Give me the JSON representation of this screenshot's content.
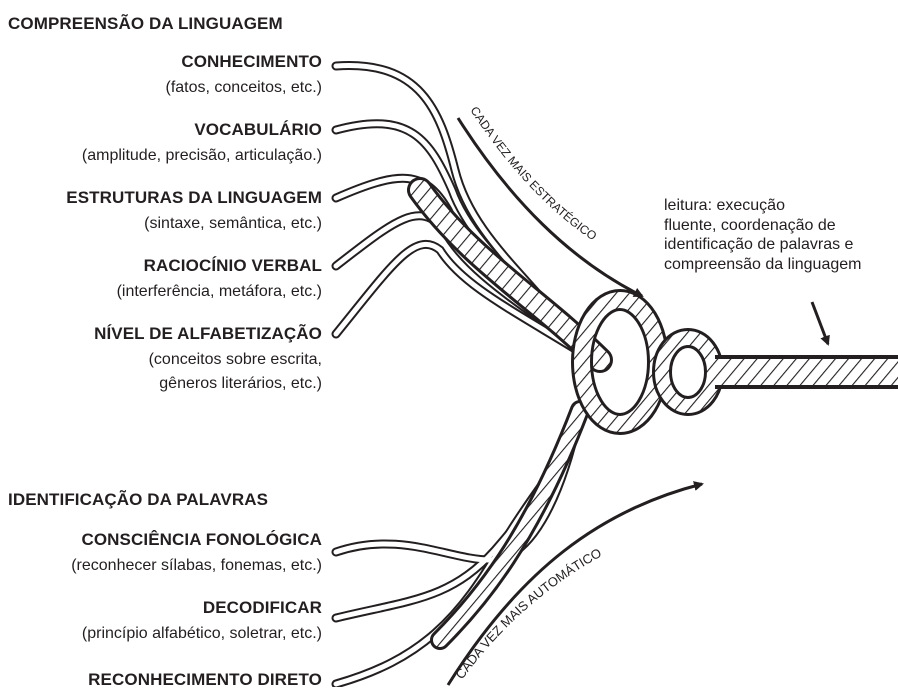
{
  "language": {
    "section_title": "COMPREENSÃO DA LINGUAGEM",
    "items": [
      {
        "title": "CONHECIMENTO",
        "desc": [
          "(fatos, conceitos, etc.)"
        ]
      },
      {
        "title": "VOCABULÁRIO",
        "desc": [
          "(amplitude, precisão, articulação.)"
        ]
      },
      {
        "title": "ESTRUTURAS DA LINGUAGEM",
        "desc": [
          "(sintaxe, semântica, etc.)"
        ]
      },
      {
        "title": "RACIOCÍNIO VERBAL",
        "desc": [
          "(interferência, metáfora, etc.)"
        ]
      },
      {
        "title": "NÍVEL DE ALFABETIZAÇÃO",
        "desc": [
          "(conceitos sobre escrita,",
          "gêneros literários, etc.)"
        ]
      }
    ]
  },
  "word_recognition": {
    "section_title": "IDENTIFICAÇÃO DA PALAVRAS",
    "items": [
      {
        "title": "CONSCIÊNCIA FONOLÓGICA",
        "desc": [
          "(reconhecer sílabas, fonemas, etc.)"
        ]
      },
      {
        "title": "DECODIFICAR",
        "desc": [
          "(princípio alfabético, soletrar, etc.)"
        ]
      },
      {
        "title": "RECONHECIMENTO DIRETO",
        "desc": []
      }
    ]
  },
  "arrows": {
    "strategic": "CADA VEZ MAIS ESTRATÉGICO",
    "automatic": "CADA VEZ MAIS AUTOMÁTICO"
  },
  "outcome": {
    "lines": [
      "leitura: execução",
      "fluente, coordenação de",
      "identificação de palavras e",
      "compreensão da linguagem"
    ]
  },
  "colors": {
    "ink": "#231f20",
    "rope_fill": "#ffffff",
    "rope_stroke": "#231f20"
  }
}
